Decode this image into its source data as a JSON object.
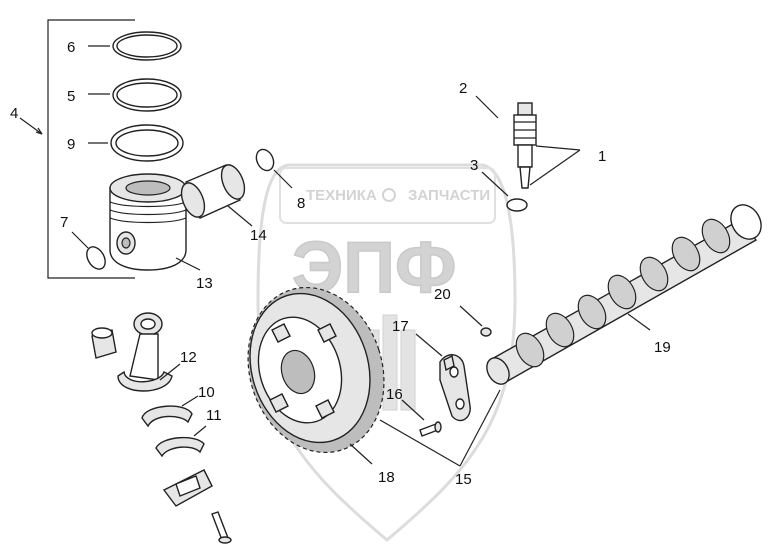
{
  "watermark": {
    "brand_line_left": "ТЕХНИКА",
    "brand_line_right": "ЗАПЧАСТИ",
    "logo_text": "ЭПФ"
  },
  "callouts": [
    {
      "id": "c1",
      "text": "1"
    },
    {
      "id": "c2",
      "text": "2"
    },
    {
      "id": "c3",
      "text": "3"
    },
    {
      "id": "c4",
      "text": "4"
    },
    {
      "id": "c5",
      "text": "5"
    },
    {
      "id": "c6",
      "text": "6"
    },
    {
      "id": "c7",
      "text": "7"
    },
    {
      "id": "c8",
      "text": "8"
    },
    {
      "id": "c9",
      "text": "9"
    },
    {
      "id": "c10",
      "text": "10"
    },
    {
      "id": "c11",
      "text": "11"
    },
    {
      "id": "c12",
      "text": "12"
    },
    {
      "id": "c13",
      "text": "13"
    },
    {
      "id": "c14",
      "text": "14"
    },
    {
      "id": "c15",
      "text": "15"
    },
    {
      "id": "c16",
      "text": "16"
    },
    {
      "id": "c17",
      "text": "17"
    },
    {
      "id": "c18",
      "text": "18"
    },
    {
      "id": "c19",
      "text": "19"
    },
    {
      "id": "c20",
      "text": "20"
    }
  ],
  "colors": {
    "line": "#222222",
    "watermark": "#cfcfcf",
    "background": "#ffffff"
  }
}
